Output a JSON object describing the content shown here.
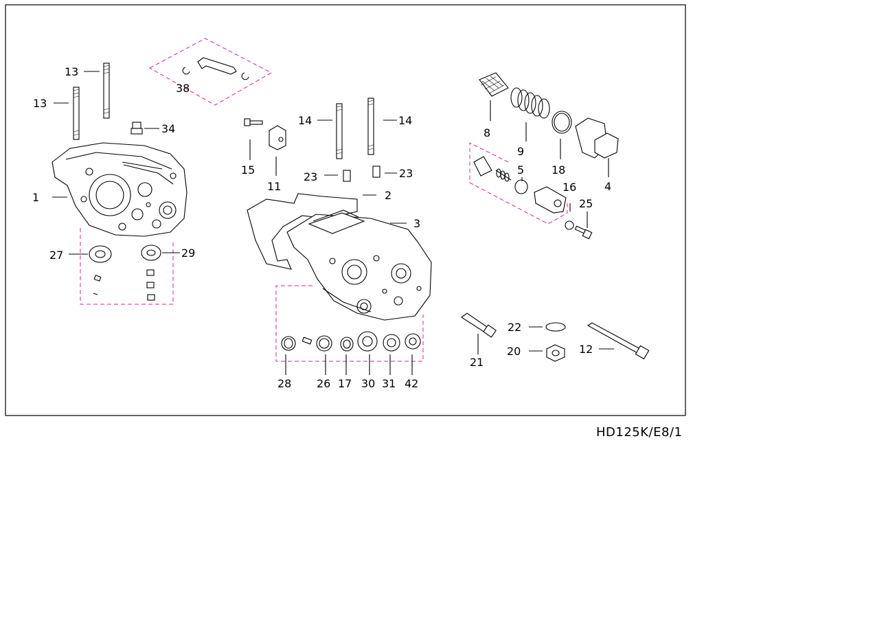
{
  "diagram_code": "HD125K/E8/1",
  "callouts": [
    {
      "id": "c1",
      "text": "1"
    },
    {
      "id": "c2",
      "text": "2"
    },
    {
      "id": "c3",
      "text": "3"
    },
    {
      "id": "c4",
      "text": "4"
    },
    {
      "id": "c5",
      "text": "5"
    },
    {
      "id": "c8",
      "text": "8"
    },
    {
      "id": "c9",
      "text": "9"
    },
    {
      "id": "c11",
      "text": "11"
    },
    {
      "id": "c12",
      "text": "12"
    },
    {
      "id": "c13a",
      "text": "13"
    },
    {
      "id": "c13b",
      "text": "13"
    },
    {
      "id": "c14a",
      "text": "14"
    },
    {
      "id": "c14b",
      "text": "14"
    },
    {
      "id": "c15",
      "text": "15"
    },
    {
      "id": "c16",
      "text": "16"
    },
    {
      "id": "c17",
      "text": "17"
    },
    {
      "id": "c18",
      "text": "18"
    },
    {
      "id": "c20",
      "text": "20"
    },
    {
      "id": "c21",
      "text": "21"
    },
    {
      "id": "c22",
      "text": "22"
    },
    {
      "id": "c23a",
      "text": "23"
    },
    {
      "id": "c23b",
      "text": "23"
    },
    {
      "id": "c25",
      "text": "25"
    },
    {
      "id": "c26",
      "text": "26"
    },
    {
      "id": "c27",
      "text": "27"
    },
    {
      "id": "c28",
      "text": "28"
    },
    {
      "id": "c29",
      "text": "29"
    },
    {
      "id": "c30",
      "text": "30"
    },
    {
      "id": "c31",
      "text": "31"
    },
    {
      "id": "c34",
      "text": "34"
    },
    {
      "id": "c38",
      "text": "38"
    },
    {
      "id": "c42",
      "text": "42"
    }
  ],
  "colors": {
    "line": "#000000",
    "group_outline": "#d8209a",
    "background": "#ffffff"
  }
}
